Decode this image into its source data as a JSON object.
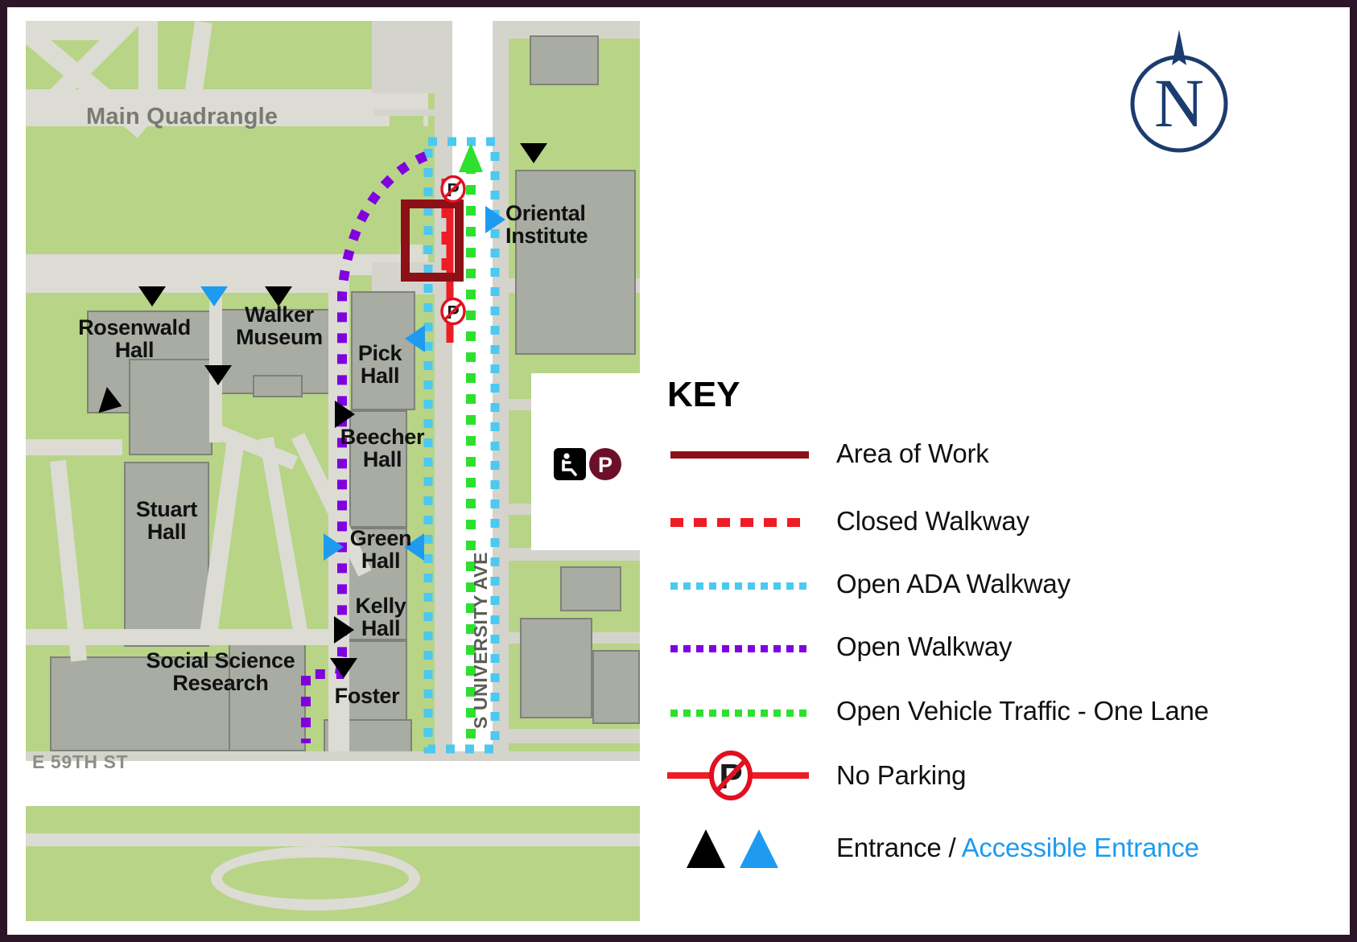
{
  "map": {
    "area_label": "Main Quadrangle",
    "streets": [
      {
        "name": "E 59TH ST"
      },
      {
        "name": "S UNIVERSITY AVE"
      }
    ],
    "buildings": [
      {
        "name": "Rosenwald Hall"
      },
      {
        "name": "Walker Museum"
      },
      {
        "name": "Pick Hall"
      },
      {
        "name": "Beecher Hall"
      },
      {
        "name": "Green Hall"
      },
      {
        "name": "Kelly Hall"
      },
      {
        "name": "Stuart Hall"
      },
      {
        "name": "Social Science Research"
      },
      {
        "name": "Foster"
      },
      {
        "name": "Oriental Institute"
      }
    ],
    "building_labels": {
      "rosenwald": "Rosenwald\nHall",
      "walker": "Walker\nMuseum",
      "pick": "Pick\nHall",
      "beecher": "Beecher\nHall",
      "green": "Green\nHall",
      "kelly": "Kelly\nHall",
      "stuart": "Stuart\nHall",
      "ssr": "Social Science\nResearch",
      "foster": "Foster",
      "oriental": "Oriental\nInstitute"
    }
  },
  "compass": {
    "letter": "N",
    "color": "#1b3c6e"
  },
  "key": {
    "title": "KEY",
    "items": [
      {
        "label": "Area of Work",
        "style": "solid",
        "color": "#8c1016"
      },
      {
        "label": "Closed Walkway",
        "style": "dashed",
        "color": "#ee1c24"
      },
      {
        "label": "Open ADA Walkway",
        "style": "dotted",
        "color": "#4cc9f0"
      },
      {
        "label": "Open Walkway",
        "style": "dotted",
        "color": "#8000e0"
      },
      {
        "label": "Open Vehicle Traffic  - One Lane",
        "style": "dotted",
        "color": "#2ee02e"
      },
      {
        "label": "No Parking",
        "style": "no-parking",
        "color": "#ee1c24"
      },
      {
        "label_a": "Entrance",
        "separator": " / ",
        "label_b": "Accessible Entrance",
        "style": "triangles",
        "color": "#000000",
        "color_b": "#1e9bf0"
      }
    ]
  },
  "colors": {
    "frame": "#2b1526",
    "grass": "#b8d487",
    "building": "#a8aca3",
    "path": "#dcdcd4",
    "area_of_work": "#8c1016",
    "closed_walkway": "#ee1c24",
    "ada_walkway": "#4cc9f0",
    "open_walkway": "#8000e0",
    "vehicle_traffic": "#2ee02e",
    "accessible_blue": "#1e9bf0"
  }
}
